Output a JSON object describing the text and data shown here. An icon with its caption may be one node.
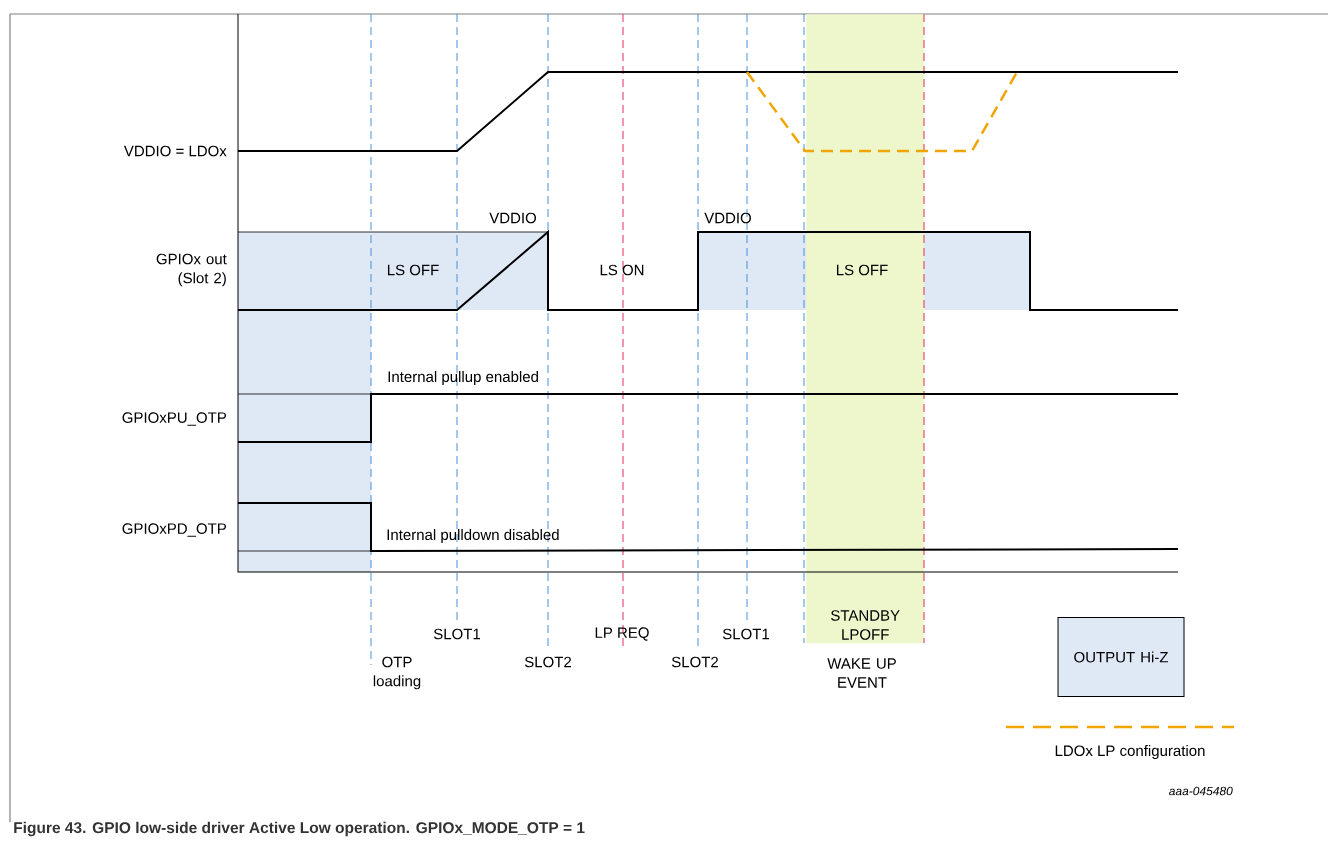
{
  "diagram": {
    "caption": "Figure 43. GPIO low-side driver Active Low operation. GPIOx_MODE_OTP = 1",
    "nodes": [
      {
        "text": [
          "STANDBY LPOFF"
        ]
      }
    ],
    "labels": [
      "VDDIO = LDOx",
      "VDDIO",
      "VDDIO",
      "GPIOx out (Slot 2)",
      "LS OFF",
      "LS ON",
      "LS OFF",
      "Internal pullup enabled",
      "GPIOxPU_OTP",
      "GPIOxPD_OTP",
      "Internal pulldown disabled",
      "SLOT1",
      "LP REQ",
      "SLOT1",
      "SLOT2",
      "SLOT2",
      "OTP loading",
      "WAKE UP EVENT",
      "aaa-045480"
    ],
    "legend": [
      {
        "text": "OUTPUT Hi-Z",
        "color": "#dfe8f5"
      },
      {
        "text": "LDOx LP configuration"
      }
    ]
  }
}
